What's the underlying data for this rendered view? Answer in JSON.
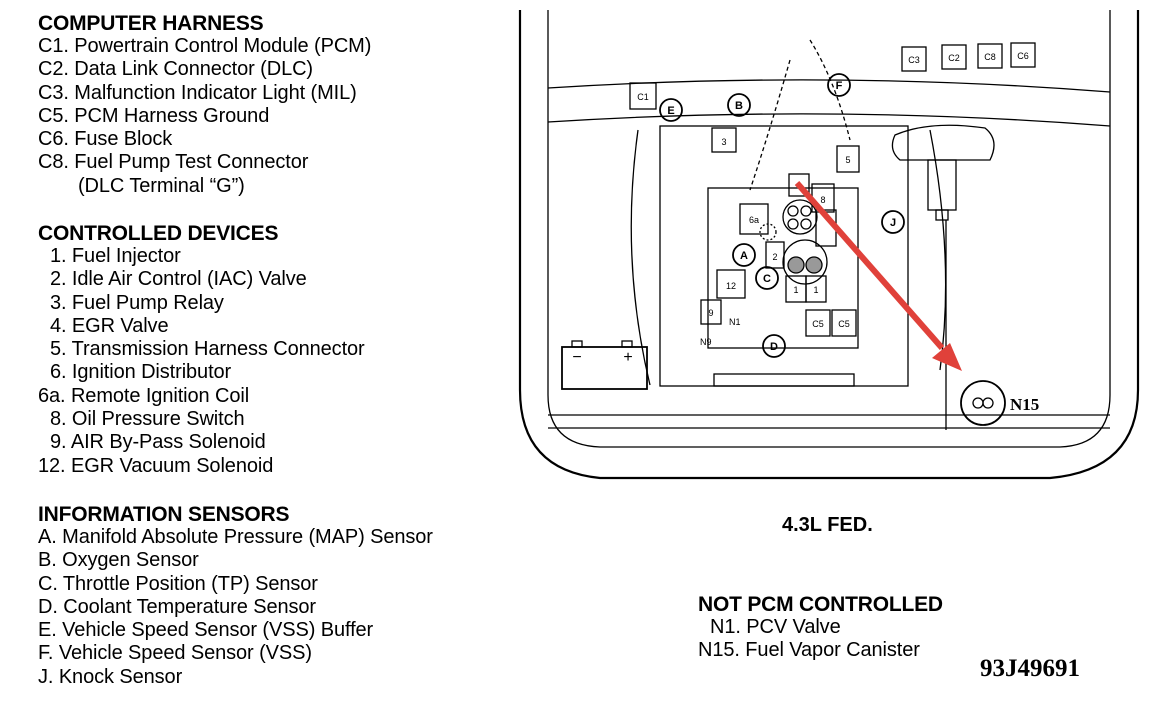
{
  "harness": {
    "heading": "COMPUTER HARNESS",
    "items": [
      "C1. Powertrain Control Module (PCM)",
      "C2. Data Link Connector (DLC)",
      "C3. Malfunction Indicator Light (MIL)",
      "C5. PCM Harness Ground",
      "C6. Fuse Block",
      "C8. Fuel Pump Test Connector",
      "(DLC Terminal “G”)"
    ]
  },
  "devices": {
    "heading": "CONTROLLED DEVICES",
    "items": [
      "1. Fuel Injector",
      "2. Idle Air Control (IAC) Valve",
      "3. Fuel Pump Relay",
      "4. EGR Valve",
      "5. Transmission Harness Connector",
      "6. Ignition Distributor",
      "6a. Remote Ignition Coil",
      "8. Oil Pressure Switch",
      "9. AIR By-Pass Solenoid",
      "12. EGR Vacuum Solenoid"
    ]
  },
  "sensors": {
    "heading": "INFORMATION SENSORS",
    "items": [
      "A. Manifold Absolute Pressure (MAP) Sensor",
      "B. Oxygen Sensor",
      "C. Throttle Position (TP) Sensor",
      "D. Coolant Temperature Sensor",
      "E. Vehicle Speed Sensor (VSS) Buffer",
      "F. Vehicle Speed Sensor (VSS)",
      "J. Knock Sensor"
    ]
  },
  "not_pcm": {
    "heading": "NOT PCM CONTROLLED",
    "items": [
      "N1. PCV Valve",
      "N15. Fuel Vapor Canister"
    ]
  },
  "caption": "4.3L FED.",
  "figure_code": "93J49691",
  "diagram": {
    "labels": {
      "c3": "C3",
      "c2": "C2",
      "c8": "C8",
      "c6": "C6",
      "c1": "C1",
      "e": "E",
      "b": "B",
      "f": "F",
      "j": "J",
      "a": "A",
      "c": "C",
      "d": "D",
      "r3": "3",
      "r5": "5",
      "r8": "8",
      "r6a": "6a",
      "r2": "2",
      "r12": "12",
      "r9": "9",
      "r1a": "1",
      "r1b": "1",
      "c5a": "C5",
      "c5b": "C5",
      "n1": "N1",
      "n9": "N9",
      "n15": "N15",
      "minus": "−",
      "plus": "+"
    },
    "arrow_color": "#e0413a"
  }
}
